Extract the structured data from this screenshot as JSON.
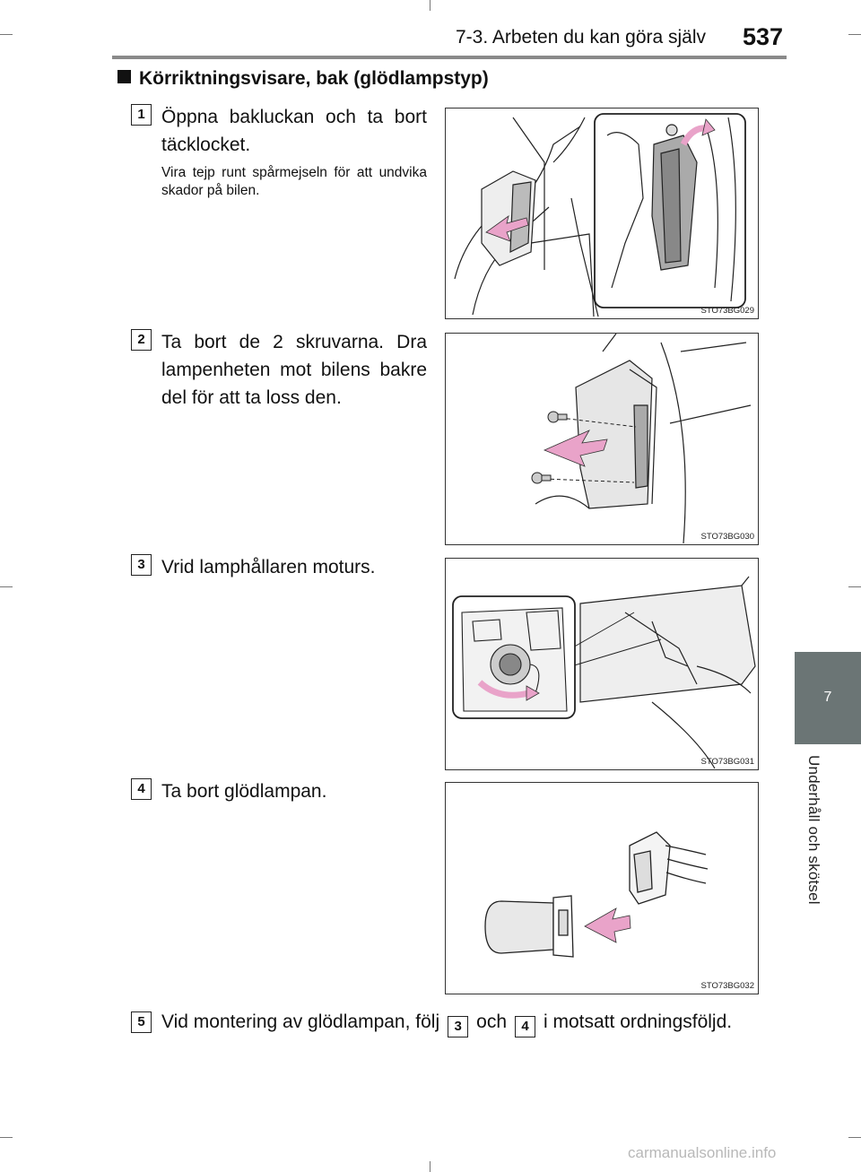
{
  "header": {
    "title": "7-3. Arbeten du kan göra själv",
    "page_number": "537"
  },
  "side_tab": {
    "chapter_number": "7",
    "chapter_title": "Underhåll och skötsel"
  },
  "section": {
    "title": "Körriktningsvisare, bak (glödlampstyp)"
  },
  "steps": [
    {
      "number": "1",
      "text": "Öppna bakluckan och ta bort täcklocket.",
      "note": "Vira tejp runt spårmejseln för att undvika skador på bilen.",
      "figure_code": "STO73BG029"
    },
    {
      "number": "2",
      "text": "Ta bort de 2 skruvarna. Dra lampenheten mot bilens bakre del för att ta loss den.",
      "figure_code": "STO73BG030"
    },
    {
      "number": "3",
      "text": "Vrid lamphållaren moturs.",
      "figure_code": "STO73BG031"
    },
    {
      "number": "4",
      "text": "Ta bort glödlampan.",
      "figure_code": "STO73BG032"
    },
    {
      "number": "5",
      "text_before": "Vid montering av glödlampan, följ",
      "ref_a": "3",
      "text_middle": "och",
      "ref_b": "4",
      "text_after": "i motsatt ordningsföljd."
    }
  ],
  "watermark": "carmanualsonline.info",
  "colors": {
    "arrow_pink": "#e9a3c9",
    "side_tab": "#6b7575"
  }
}
